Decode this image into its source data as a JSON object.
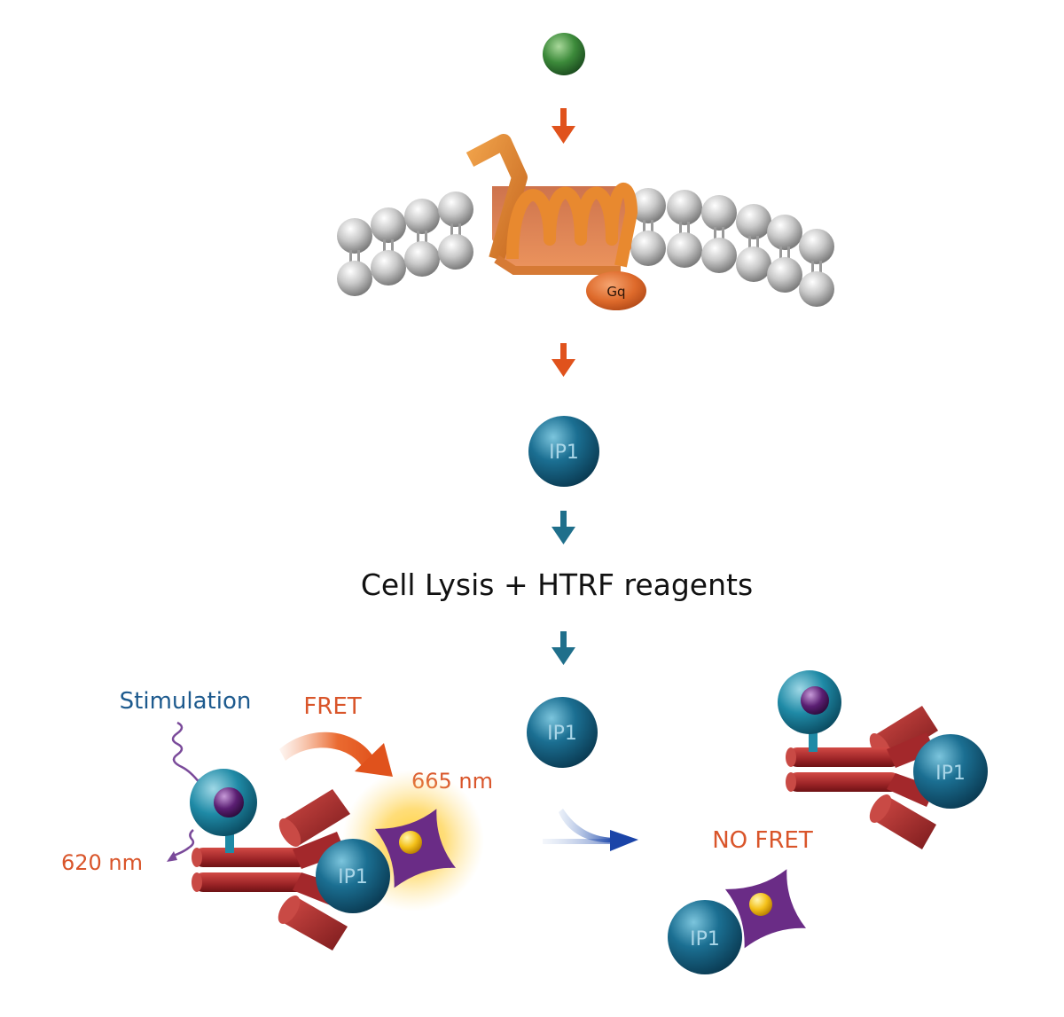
{
  "labels": {
    "gq": "Gq",
    "ip1": "IP1",
    "step_text": "Cell Lysis + HTRF reagents",
    "stimulation": "Stimulation",
    "fret": "FRET",
    "nm665": "665 nm",
    "nm620": "620 nm",
    "no_fret": "NO FRET"
  },
  "colors": {
    "orange_arrow": "#e0521c",
    "teal_arrow": "#1f6f8b",
    "ip1_blue": "#1b6f92",
    "antibody_red": "#a3282b",
    "acceptor_purple": "#6a2c86",
    "donor_purple": "#5b1f73",
    "ligand_green": "#3c8a3a",
    "receptor_orange": "#e38a2a",
    "gq_orange": "#de6a2b",
    "stimulation_text": "#1d5a8e",
    "nm_text": "#d9552a"
  }
}
